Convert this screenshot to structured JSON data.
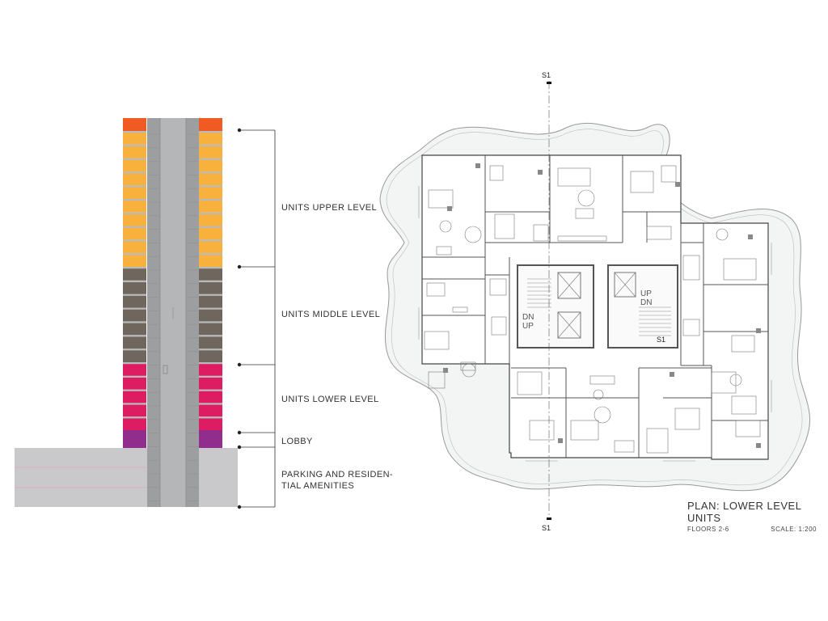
{
  "colors": {
    "upper": "#f9b13e",
    "top_cap": "#ef5b22",
    "middle": "#6f665d",
    "lower": "#de1c61",
    "lobby": "#912d8c",
    "podium": "#c9c9cb",
    "core": "#a3a4a6"
  },
  "section_labels": {
    "upper": "UNITS UPPER LEVEL",
    "middle": "UNITS MIDDLE LEVEL",
    "lower": "UNITS LOWER LEVEL",
    "lobby": "LOBBY",
    "parking_line1": "PARKING AND RESIDEN-",
    "parking_line2": "TIAL AMENITIES"
  },
  "plan": {
    "title": "PLAN: LOWER LEVEL UNITS",
    "floors": "FLOORS 2-6",
    "scale": "SCALE: 1:200",
    "section_marker": "S1",
    "stair_left": "DN  UP",
    "stair_right": "UP  DN"
  }
}
